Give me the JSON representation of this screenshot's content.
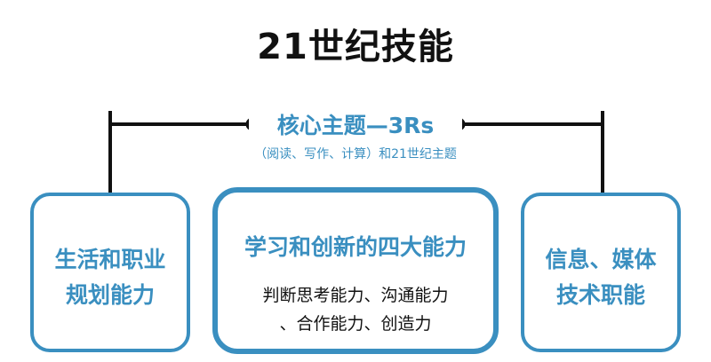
{
  "title": "21世纪技能",
  "core_theme": {
    "title": "核心主题—3Rs",
    "subtitle": "（阅读、写作、计算）和21世纪主题"
  },
  "boxes": {
    "left": {
      "lines": [
        "生活和职业",
        "规划能力"
      ]
    },
    "center": {
      "title": "学习和创新的四大能力",
      "desc_lines": [
        "判断思考能力、沟通能力",
        "、合作能力、创造力"
      ]
    },
    "right": {
      "lines": [
        "信息、媒体",
        "技术职能"
      ]
    }
  },
  "colors": {
    "accent": "#3a8fc0",
    "text": "#111111",
    "line": "#111111"
  }
}
